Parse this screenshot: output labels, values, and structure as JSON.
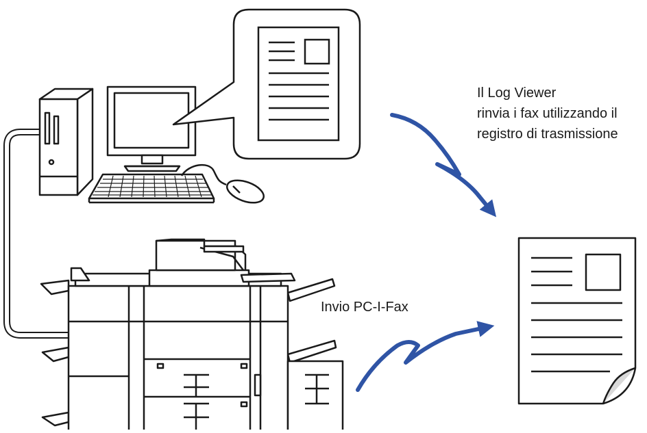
{
  "labels": {
    "log_viewer_lines": [
      "Il Log Viewer",
      "rinvia i fax utilizzando il",
      "registro di trasmissione"
    ],
    "pc_i_fax": "Invio PC-I-Fax"
  },
  "colors": {
    "arrow": "#2f54a5",
    "outline": "#1a1a1a",
    "fill": "#ffffff",
    "shade": "#d9d9d9"
  },
  "icons": [
    "computer-tower-icon",
    "monitor-icon",
    "keyboard-icon",
    "mouse-icon",
    "document-icon",
    "printer-mfp-icon",
    "arrow-icon"
  ]
}
